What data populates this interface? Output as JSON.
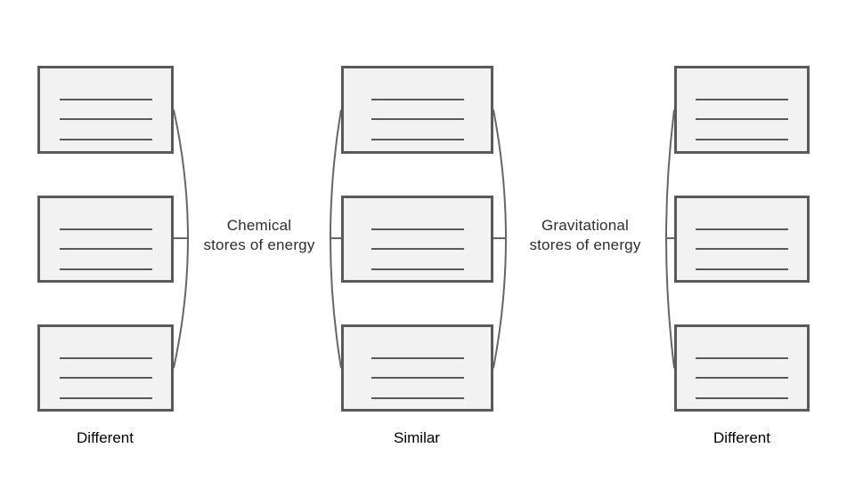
{
  "canvas": {
    "background": "#ffffff"
  },
  "colors": {
    "box_fill": "#f2f2f2",
    "box_border": "#595959",
    "writing_line": "#595959",
    "connector": "#666666",
    "center_label_text": "#2e2e2e",
    "column_label_text": "#000000"
  },
  "connector_labels": [
    {
      "line1": "Chemical",
      "line2": "stores of energy"
    },
    {
      "line1": "Gravitational",
      "line2": "stores of energy"
    }
  ],
  "columns": [
    {
      "position": "left",
      "label": "Different",
      "box_count": 3,
      "writing_lines_per_box": 3
    },
    {
      "position": "middle",
      "label": "Similar",
      "box_count": 3,
      "writing_lines_per_box": 3
    },
    {
      "position": "right",
      "label": "Different",
      "box_count": 3,
      "writing_lines_per_box": 3
    }
  ]
}
